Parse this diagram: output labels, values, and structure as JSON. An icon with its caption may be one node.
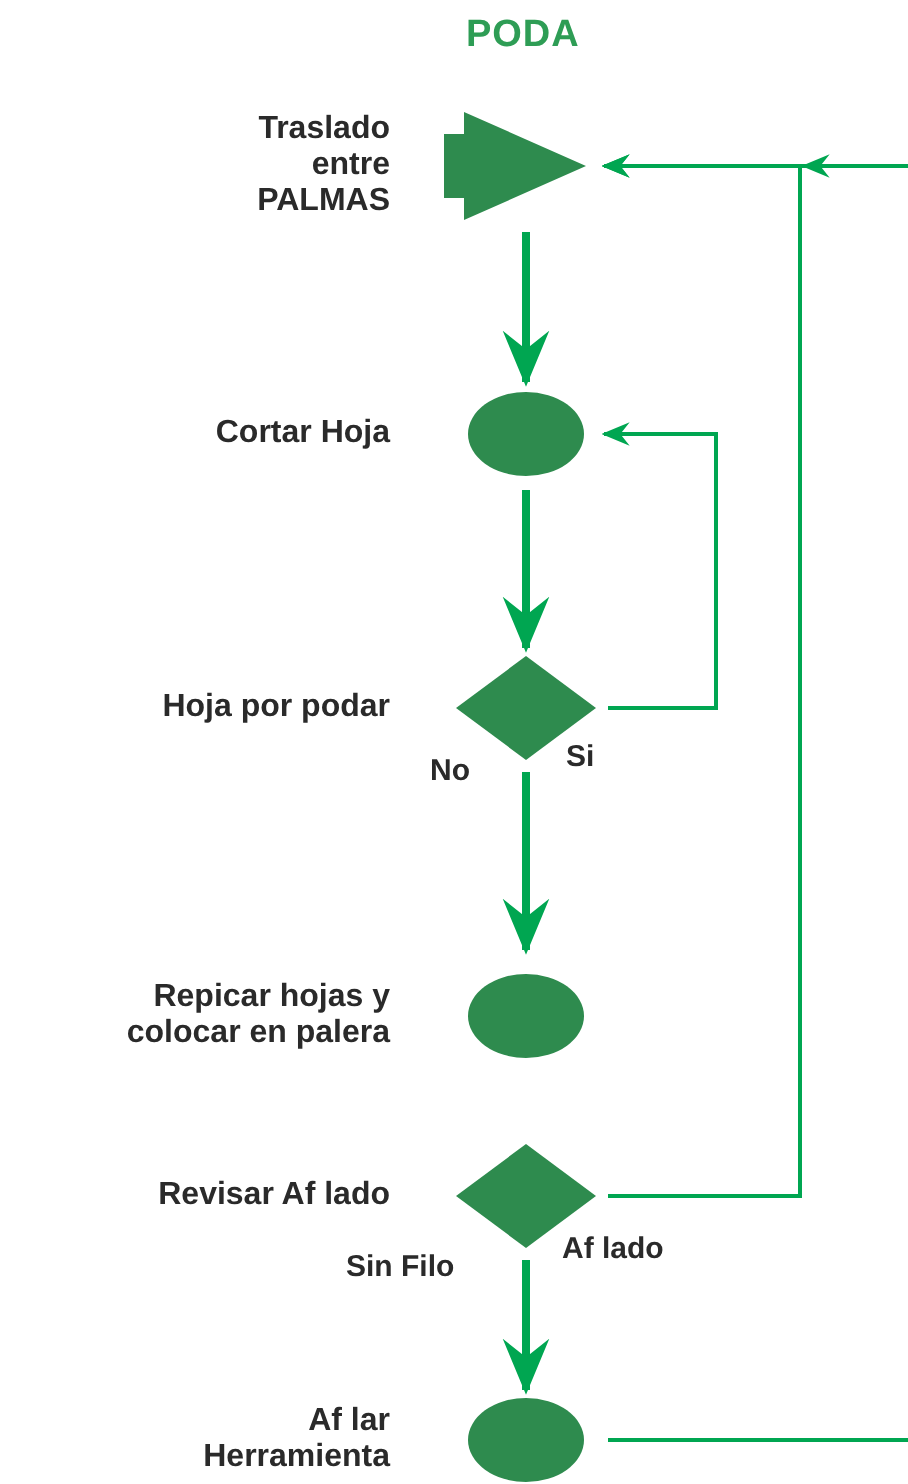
{
  "diagram": {
    "title": "PODA",
    "nodes": [
      {
        "text": [
          "Traslado entre PALMAS"
        ]
      },
      {
        "text": [
          "Cortar Hoja"
        ]
      },
      {
        "text": [
          "Hoja por podar"
        ]
      },
      {
        "text": [
          "Repicar hojas y colocar en palera"
        ]
      },
      {
        "text": [
          "Revisar Af lado"
        ]
      },
      {
        "text": [
          "Af lar Herramienta"
        ]
      }
    ],
    "edges": [
      {
        "from": 0,
        "to": 1,
        "arrow": "to",
        "style": "thick"
      },
      {
        "from": 1,
        "to": 2,
        "arrow": "to",
        "style": "thick"
      },
      {
        "from": 2,
        "to": 1,
        "arrow": "to",
        "label": "Si"
      },
      {
        "from": 2,
        "to": 3,
        "arrow": "to",
        "label": "No",
        "style": "thick"
      },
      {
        "from": 4,
        "to": 0,
        "arrow": "to",
        "label": "Af lado"
      },
      {
        "from": null,
        "to": 0,
        "arrow": "to"
      },
      {
        "from": 4,
        "to": 5,
        "arrow": "to",
        "label": "Sin Filo",
        "style": "thick"
      },
      {
        "from": 5,
        "to": null,
        "arrow": "none"
      }
    ]
  }
}
